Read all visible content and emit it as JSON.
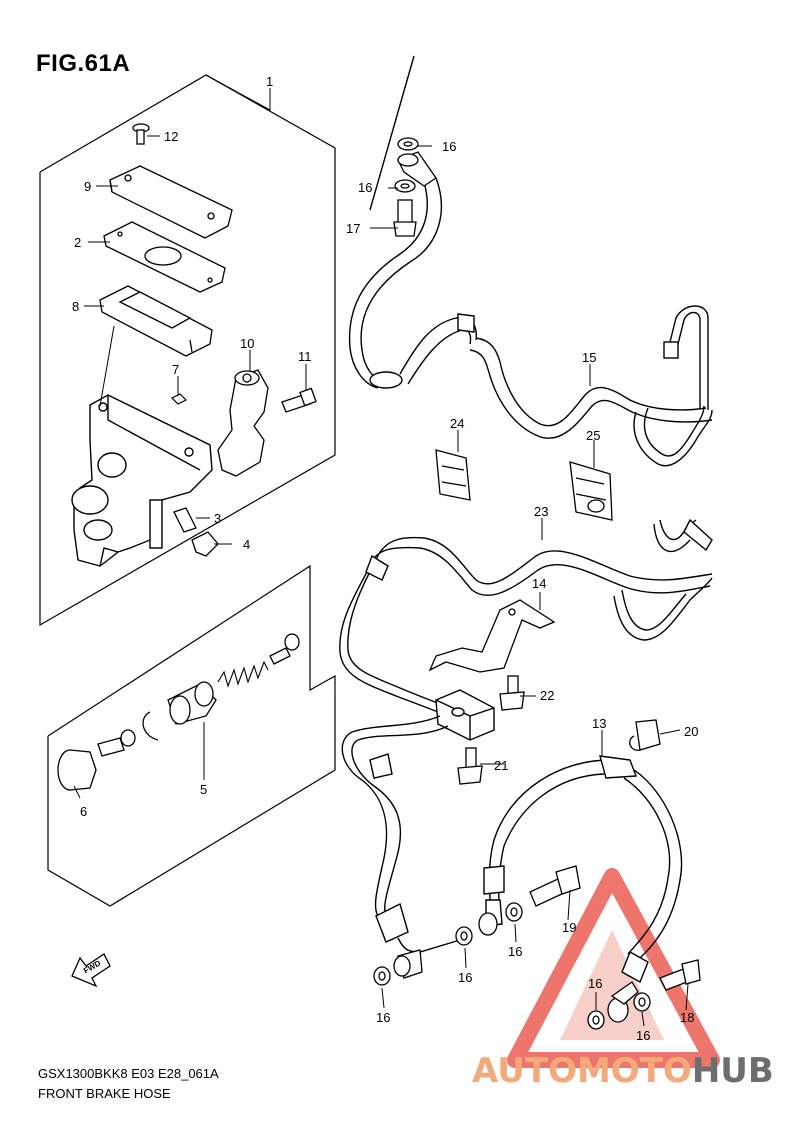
{
  "figure": {
    "title": "FIG.61A",
    "model_code": "GSX1300BKK8 E03 E28_061A",
    "section_name": "FRONT BRAKE HOSE",
    "direction_icon_text": "FWD"
  },
  "callouts": {
    "c1": "1",
    "c2": "2",
    "c3": "3",
    "c4": "4",
    "c5": "5",
    "c6": "6",
    "c7": "7",
    "c8": "8",
    "c9": "9",
    "c10": "10",
    "c11": "11",
    "c12": "12",
    "c13": "13",
    "c14": "14",
    "c15": "15",
    "c16a": "16",
    "c16b": "16",
    "c16c": "16",
    "c16d": "16",
    "c16e": "16",
    "c16f": "16",
    "c17": "17",
    "c18": "18",
    "c19": "19",
    "c20": "20",
    "c21": "21",
    "c22": "22",
    "c23": "23",
    "c24": "24",
    "c25": "25"
  },
  "watermark": {
    "part1": "AUTOMOTO",
    "part2": "HUB",
    "color_part1": "#f3a97a",
    "color_part2": "#6e6e6e",
    "triangle_color": "#e8483c"
  }
}
